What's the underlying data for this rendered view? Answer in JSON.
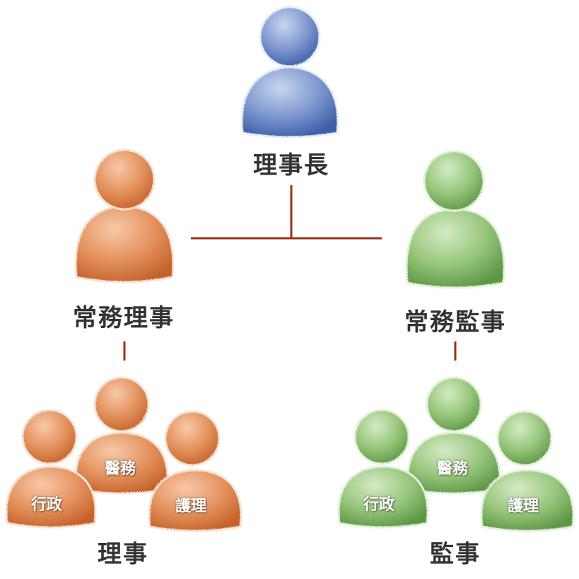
{
  "labels": {
    "chairman": "理事長",
    "standing_director": "常務理事",
    "standing_supervisor": "常務監事",
    "directors": "理事",
    "supervisors": "監事"
  },
  "directors_group": {
    "left": "行政",
    "middle": "醫務",
    "right": "護理"
  },
  "supervisors_group": {
    "left": "行政",
    "middle": "醫務",
    "right": "護理"
  },
  "colors": {
    "chairman": "#6f8cc4",
    "directors": "#e08a55",
    "supervisors": "#8cbf6e",
    "connector": "#a0301a"
  }
}
